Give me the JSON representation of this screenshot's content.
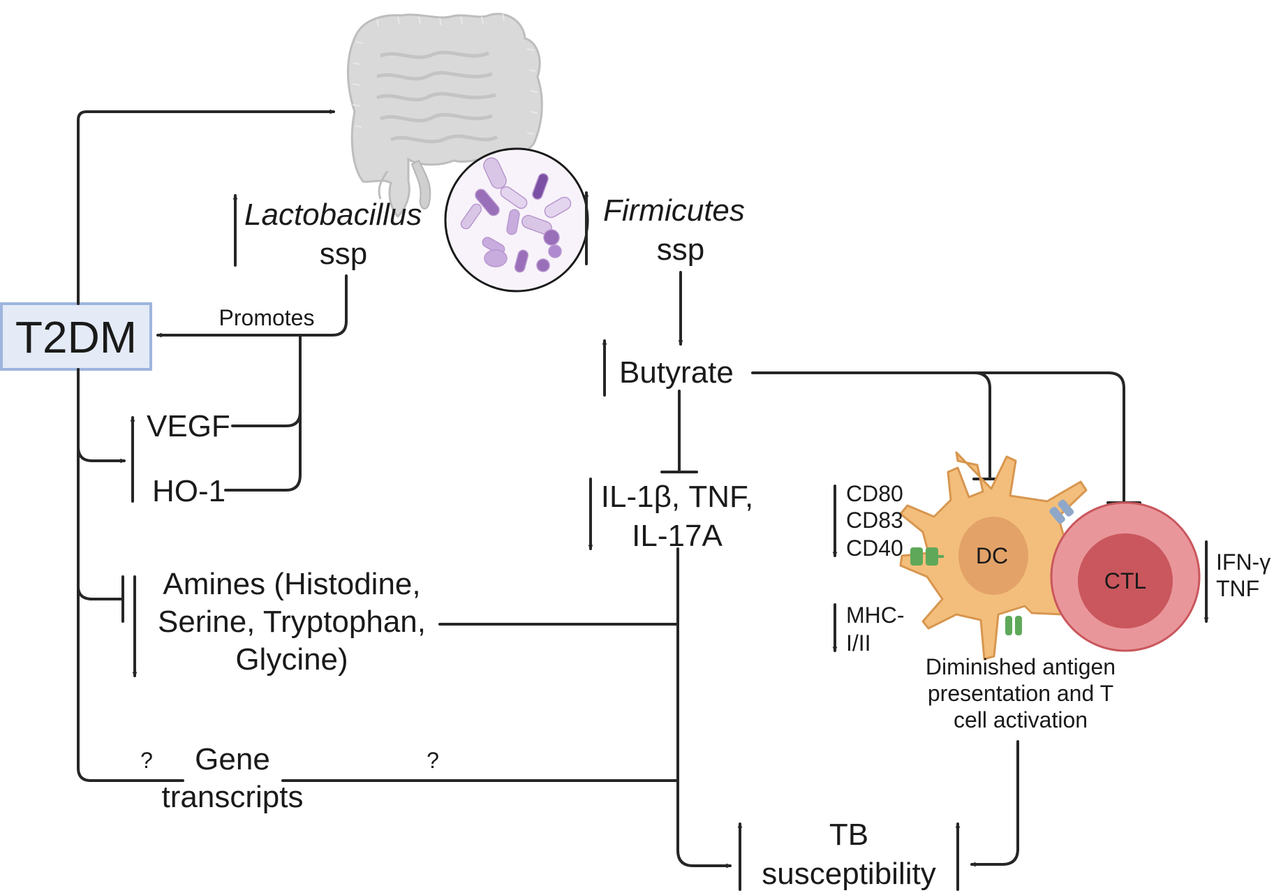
{
  "nodes": {
    "t2dm": "T2DM",
    "lactobacillus": "Lactobacillus",
    "lactobacillus_ssp": "ssp",
    "firmicutes": "Firmicutes",
    "firmicutes_ssp": "ssp",
    "promotes": "Promotes",
    "vegf": "VEGF",
    "ho1": "HO-1",
    "butyrate": "Butyrate",
    "cytokines_line1": "IL-1β, TNF,",
    "cytokines_line2": "IL-17A",
    "amines_line1": "Amines (Histodine,",
    "amines_line2": "Serine, Tryptophan,",
    "amines_line3": "Glycine)",
    "gene_line1": "Gene",
    "gene_line2": "transcripts",
    "question_left": "?",
    "question_right": "?",
    "cd80": "CD80",
    "cd83": "CD83",
    "cd40": "CD40",
    "mhc_line1": "MHC-",
    "mhc_line2": "I/II",
    "dc": "DC",
    "ctl": "CTL",
    "ifn": "IFN-γ",
    "tnf": "TNF",
    "diminished_line1": "Diminished antigen",
    "diminished_line2": "presentation and T",
    "diminished_line3": "cell activation",
    "tb_line1": "TB",
    "tb_line2": "susceptibility"
  },
  "icons": [
    "intestine-icon",
    "bacteria-icon",
    "dendritic-cell-icon",
    "t-cell-icon"
  ],
  "colors": {
    "t2dm_fill": "#e4ebf7",
    "t2dm_border": "#9db5dd",
    "intestine": "#d7d7d7",
    "bacteria_bg": "#f8f3fa",
    "bacteria_purple": "#9a6fb9",
    "dc_fill": "#f3be7b",
    "dc_nucleus": "#e3a268",
    "ctl_outer": "#e9969a",
    "ctl_inner": "#c9575d",
    "receptor_green": "#5fa85a",
    "receptor_blue": "#8fa7c9",
    "line": "#262626"
  }
}
